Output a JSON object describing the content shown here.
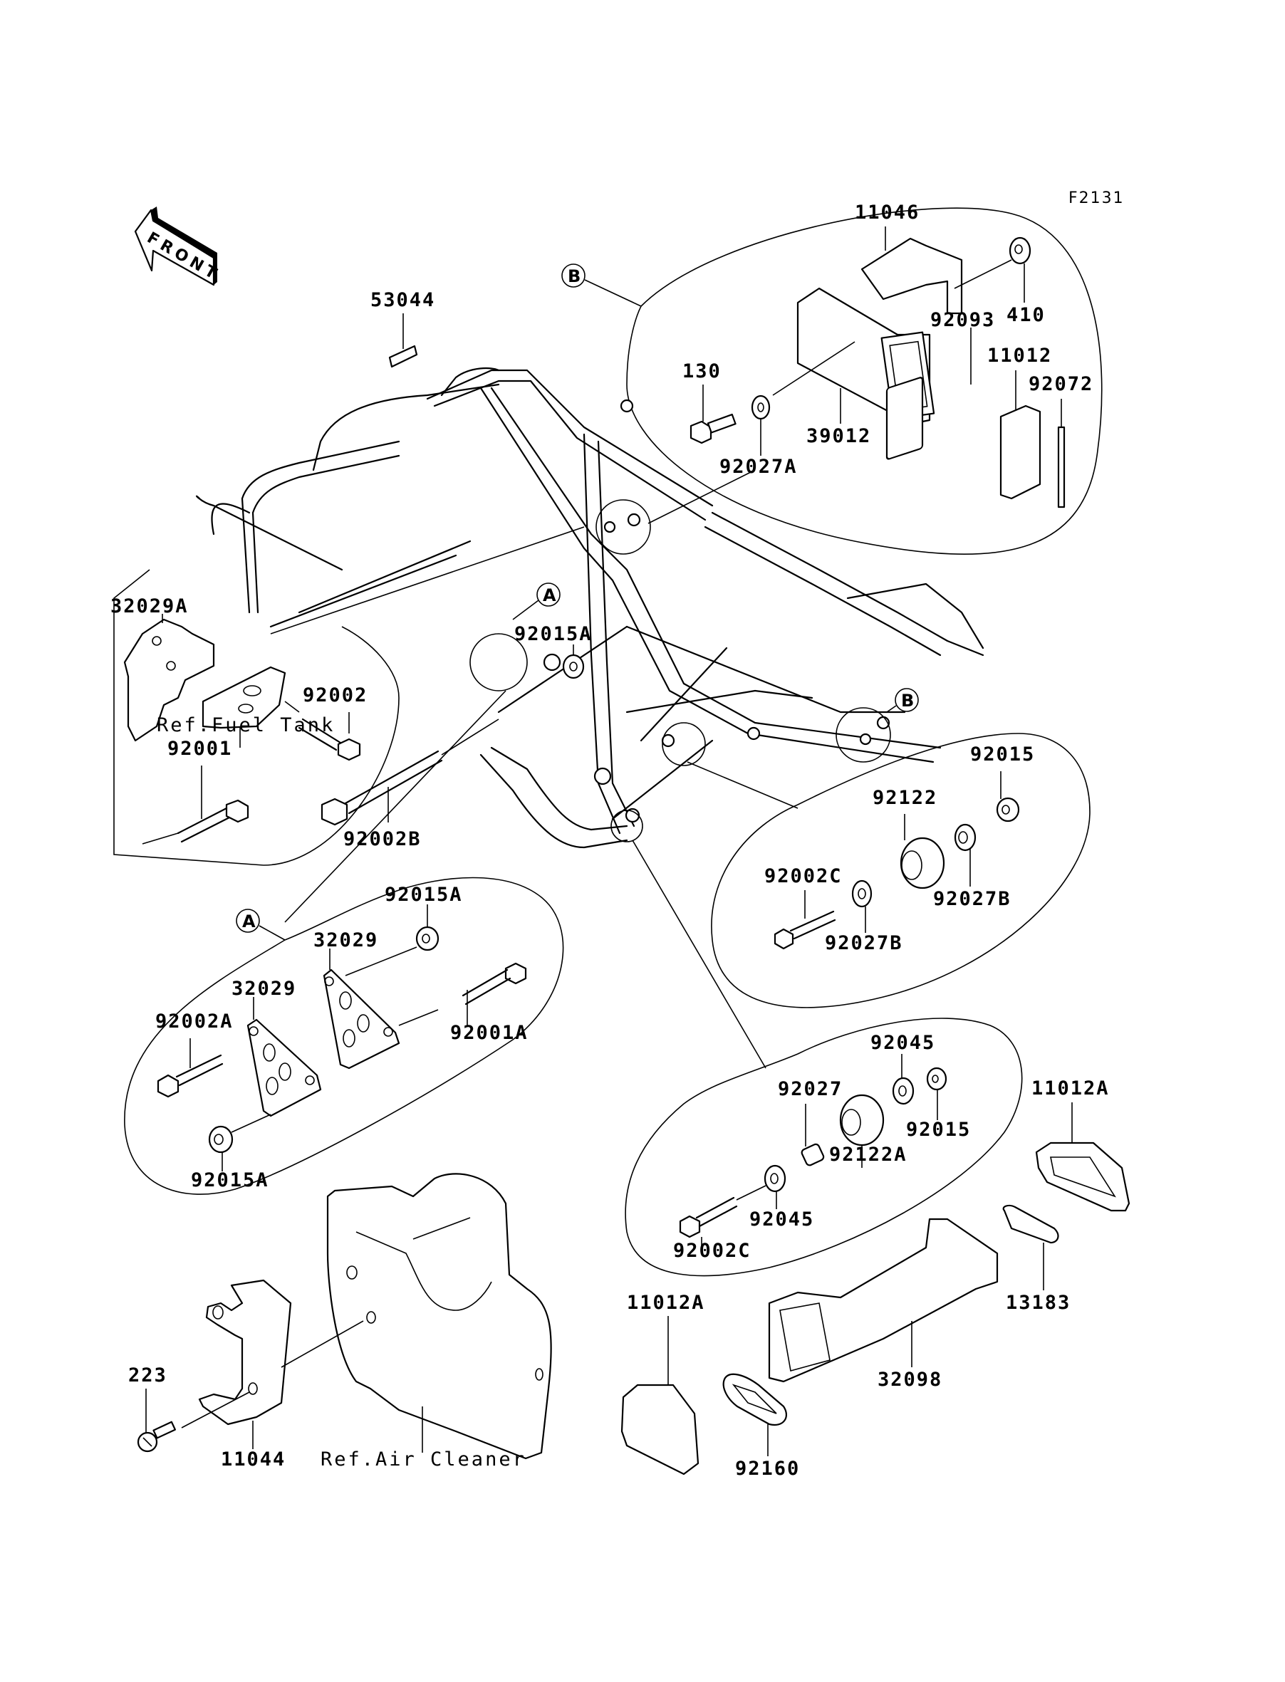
{
  "diagram": {
    "figure_code": "F2131",
    "direction_arrow": "FRONT",
    "callouts": {
      "a": "A",
      "b": "B"
    },
    "references": {
      "fuel_tank": "Ref.Fuel Tank",
      "air_cleaner": "Ref.Air Cleaner"
    },
    "parts": {
      "p11046": "11046",
      "p410": "410",
      "p92093": "92093",
      "p11012": "11012",
      "p92072": "92072",
      "p130": "130",
      "p39012": "39012",
      "p92027A": "92027A",
      "p53044": "53044",
      "p32029A": "32029A",
      "p92015A_frame": "92015A",
      "p92002": "92002",
      "p92001": "92001",
      "p92002B": "92002B",
      "p92015_upper": "92015",
      "p92122": "92122",
      "p92002C_upper": "92002C",
      "p92027B_right": "92027B",
      "p92027B_left": "92027B",
      "p92015A_top": "92015A",
      "p32029_top": "32029",
      "p32029_low": "32029",
      "p92002A": "92002A",
      "p92001A": "92001A",
      "p92015A_bottom": "92015A",
      "p92045_top": "92045",
      "p92027": "92027",
      "p92015_lower": "92015",
      "p92122A": "92122A",
      "p92045_low": "92045",
      "p92002C_lower": "92002C",
      "p11012A_right": "11012A",
      "p13183": "13183",
      "p11012A_left": "11012A",
      "p32098": "32098",
      "p92160": "92160",
      "p223": "223",
      "p11044": "11044"
    }
  }
}
